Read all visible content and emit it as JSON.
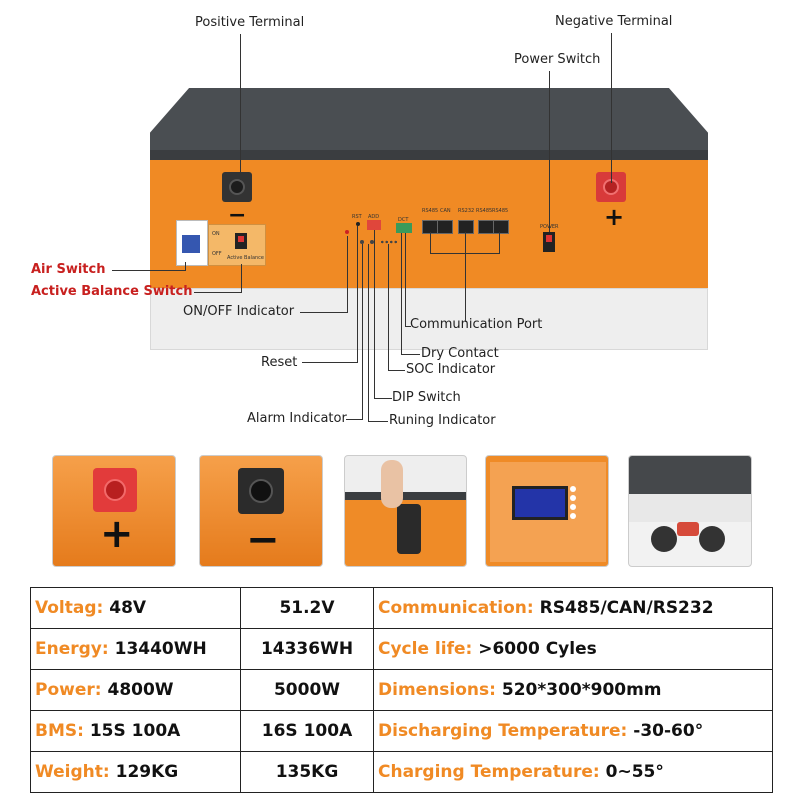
{
  "callouts": {
    "positive_terminal": "Positive Terminal",
    "negative_terminal": "Negative Terminal",
    "power_switch": "Power Switch",
    "air_switch": "Air Switch",
    "active_balance_switch": "Active Balance Switch",
    "on_off_indicator": "ON/OFF Indicator",
    "communication_port": "Communication Port",
    "reset": "Reset",
    "dry_contact": "Dry Contact",
    "soc_indicator": "SOC Indicator",
    "dip_switch": "DIP Switch",
    "alarm_indicator": "Alarm Indicator",
    "running_indicator": "Runing Indicator"
  },
  "panel": {
    "minus_sign": "−",
    "plus_sign": "+",
    "rst": "RST",
    "add": "ADD",
    "dct": "DCT",
    "rs485_1": "RS485",
    "can": "CAN",
    "rs232": "RS232",
    "rs485_2": "RS485",
    "rs485_3": "RS485",
    "power": "POWER",
    "on": "ON",
    "off": "OFF",
    "active_balance": "Active Balance"
  },
  "photos": {
    "plus_sign": "+",
    "minus_sign": "−"
  },
  "specs": {
    "rows": [
      {
        "label": "Voltag:",
        "value": "48V",
        "value2": "51.2V",
        "label2": "Communication:",
        "value3": "RS485/CAN/RS232"
      },
      {
        "label": "Energy:",
        "value": "13440WH",
        "value2": "14336WH",
        "label2": "Cycle life:",
        "value3": ">6000 Cyles"
      },
      {
        "label": "Power:",
        "value": "4800W",
        "value2": "5000W",
        "label2": "Dimensions:",
        "value3": "520*300*900mm"
      },
      {
        "label": "BMS:",
        "value": "15S 100A",
        "value2": "16S 100A",
        "label2": "Discharging Temperature:",
        "value3": "-30-60°"
      },
      {
        "label": "Weight:",
        "value": "129KG",
        "value2": "135KG",
        "label2": "Charging Temperature:",
        "value3": "0~55°"
      }
    ]
  },
  "colors": {
    "accent_orange": "#f08a24",
    "callout_red": "#c8201f",
    "lid_gray": "#4a4e52"
  }
}
